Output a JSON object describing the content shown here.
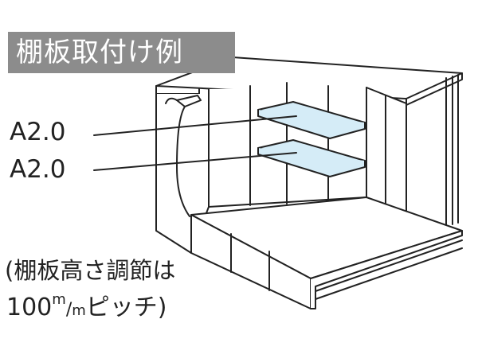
{
  "title": "棚板取付け例",
  "shelf_labels": [
    "A2.0",
    "A2.0"
  ],
  "note": {
    "line1": "(棚板高さ調節は",
    "line2_number": "100",
    "line2_unit_top": "m",
    "line2_slash": "/",
    "line2_unit_bottom": "m",
    "line2_tail": "ピッチ)"
  },
  "colors": {
    "title_bg": "#8c8c8c",
    "title_text": "#ffffff",
    "shelf_fill": "#d5ecf7",
    "line": "#222222"
  }
}
